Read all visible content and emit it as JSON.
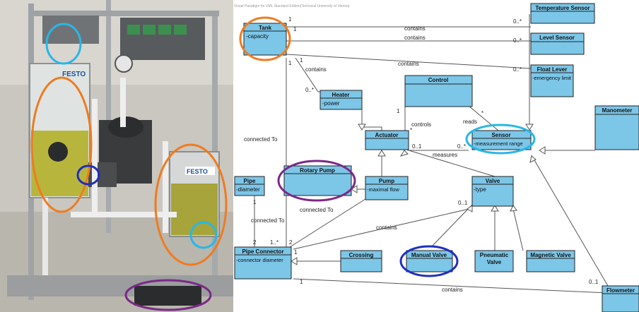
{
  "watermark": "Visual Paradigm for UML Standard Edition(Technical University of Vienna)",
  "colors": {
    "class_fill": "#7cc6e8",
    "class_header": "#5ab4de",
    "orange_mark": "#f07b1e",
    "cyan_mark": "#27b7e8",
    "purple_mark": "#7b2a86",
    "blue_mark": "#1f2fbf"
  },
  "photo": {
    "brand_label_1": "FESTO",
    "brand_label_2": "FESTO"
  },
  "classes": {
    "temperature_sensor": {
      "name": "Temperature Sensor"
    },
    "tank": {
      "name": "Tank",
      "attr": "-capacity"
    },
    "level_sensor": {
      "name": "Level Sensor"
    },
    "float_lever": {
      "name": "Float Lever",
      "attr": "-emergency limit"
    },
    "heater": {
      "name": "Heater",
      "attr": "-power"
    },
    "control": {
      "name": "Control"
    },
    "manometer": {
      "name": "Manometer"
    },
    "actuator": {
      "name": "Actuator"
    },
    "sensor": {
      "name": "Sensor",
      "attr": "-measurement range"
    },
    "pipe": {
      "name": "Pipe",
      "attr": "-diameter"
    },
    "rotary_pump": {
      "name": "Rotary Pump"
    },
    "pump": {
      "name": "Pump",
      "attr": "-maximal flow"
    },
    "valve": {
      "name": "Valve",
      "attr": "-type"
    },
    "pipe_connector": {
      "name": "Pipe Connector",
      "attr": "-connector diameter"
    },
    "crossing": {
      "name": "Crossing"
    },
    "manual_valve": {
      "name": "Manual Valve"
    },
    "pneumatic_valve": {
      "name": "Pneumatic Valve"
    },
    "magnetic_valve": {
      "name": "Magnetic Valve"
    },
    "flowmeter": {
      "name": "Flowmeter"
    }
  },
  "labels": {
    "contains": "contains",
    "connected_to": "connected To",
    "controls": "controls",
    "reads": "reads",
    "measures": "measures",
    "m1": "1",
    "m0n": "0..*",
    "m1n": "1..*",
    "m01": "0..1",
    "m2": "2",
    "star": "*"
  }
}
